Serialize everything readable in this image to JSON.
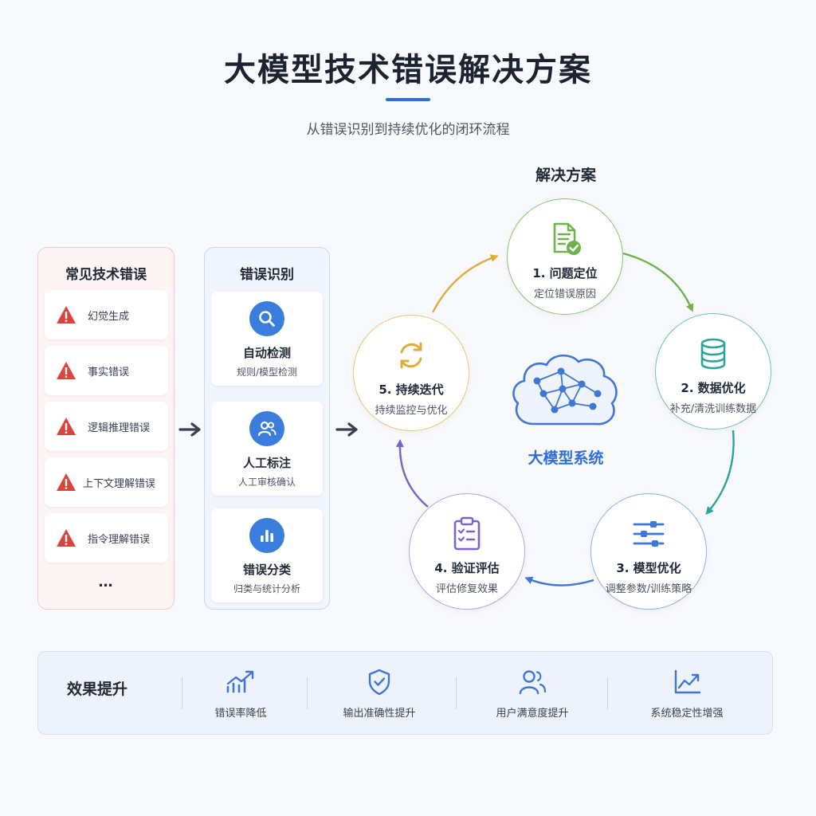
{
  "title": "大模型技术错误解决方案",
  "subtitle": "从错误识别到持续优化的闭环流程",
  "colors": {
    "accent": "#2d6fd6",
    "error_red": "#d9443e",
    "step1": "#6fb24c",
    "step2": "#2ba59a",
    "step3": "#3f77d4",
    "step4": "#7b64c4",
    "step5": "#e0ac3a"
  },
  "errors_panel": {
    "title": "常见技术错误",
    "items": [
      {
        "label": "幻觉生成",
        "icon": "warning-icon"
      },
      {
        "label": "事实错误",
        "icon": "warning-icon"
      },
      {
        "label": "逻辑推理错误",
        "icon": "warning-icon"
      },
      {
        "label": "上下文理解错误",
        "icon": "warning-icon"
      },
      {
        "label": "指令理解错误",
        "icon": "warning-icon"
      }
    ],
    "more": "…"
  },
  "identify_panel": {
    "title": "错误识别",
    "items": [
      {
        "title": "自动检测",
        "desc": "规则/模型检测",
        "icon": "search-icon"
      },
      {
        "title": "人工标注",
        "desc": "人工审核确认",
        "icon": "users-icon"
      },
      {
        "title": "错误分类",
        "desc": "归类与统计分析",
        "icon": "bar-chart-icon"
      }
    ]
  },
  "cycle": {
    "heading": "解决方案",
    "core": "大模型系统",
    "steps": [
      {
        "title": "1. 问题定位",
        "desc": "定位错误原因",
        "icon": "document-check-icon"
      },
      {
        "title": "2. 数据优化",
        "desc": "补充/清洗训练数据",
        "icon": "database-icon"
      },
      {
        "title": "3. 模型优化",
        "desc": "调整参数/训练策略",
        "icon": "sliders-icon"
      },
      {
        "title": "4. 验证评估",
        "desc": "评估修复效果",
        "icon": "clipboard-check-icon"
      },
      {
        "title": "5. 持续迭代",
        "desc": "持续监控与优化",
        "icon": "refresh-icon"
      }
    ]
  },
  "effects": {
    "title": "效果提升",
    "items": [
      {
        "label": "错误率降低",
        "icon": "trend-up-icon"
      },
      {
        "label": "输出准确性提升",
        "icon": "shield-check-icon"
      },
      {
        "label": "用户满意度提升",
        "icon": "users-icon"
      },
      {
        "label": "系统稳定性增强",
        "icon": "line-chart-icon"
      }
    ]
  }
}
